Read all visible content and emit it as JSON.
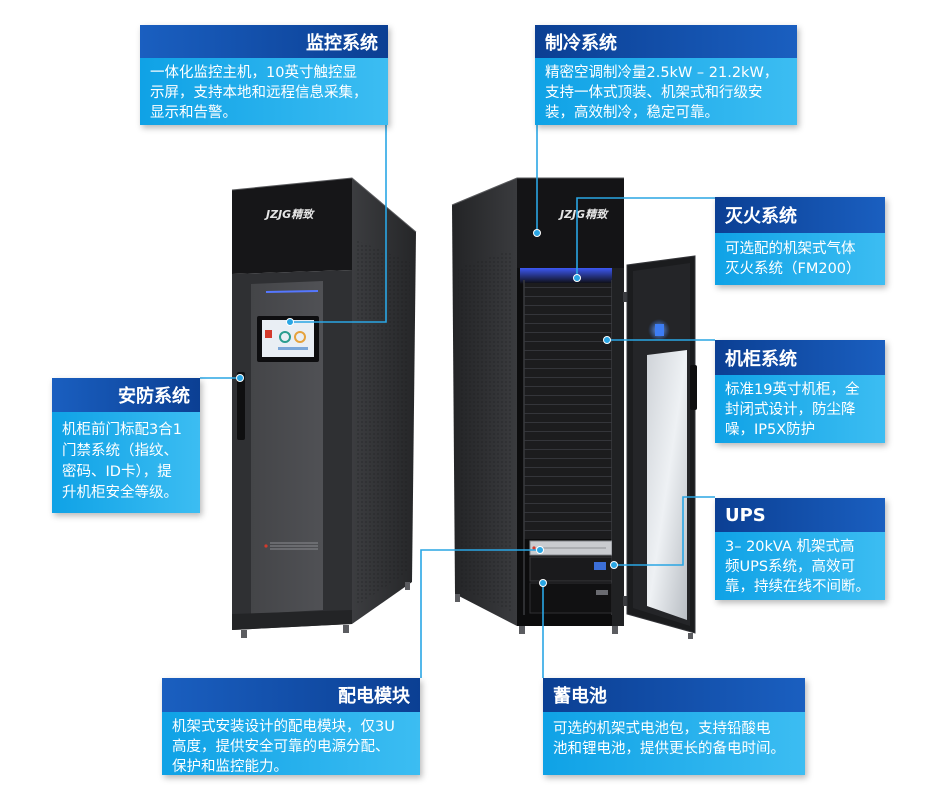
{
  "colors": {
    "header_dark": "#0b3f93",
    "header_light": "#1a5fc0",
    "body": "#0fa2e6",
    "body_light": "#3cbdf2",
    "connector": "#2aa6e4"
  },
  "logo": {
    "text": "JZJG精致"
  },
  "callouts": {
    "monitoring": {
      "title": "监控系统",
      "lines": [
        "一体化监控主机，10英寸触控显",
        "示屏，支持本地和远程信息采集，",
        "显示和告警。"
      ]
    },
    "cooling": {
      "title": "制冷系统",
      "lines": [
        "精密空调制冷量2.5kW – 21.2kW，",
        "支持一体式顶装、机架式和行级安",
        "装，高效制冷，稳定可靠。"
      ]
    },
    "fire": {
      "title": "灭火系统",
      "lines": [
        "可选配的机架式气体",
        "灭火系统（FM200）"
      ]
    },
    "cabinet": {
      "title": "机柜系统",
      "lines": [
        "标准19英寸机柜，全",
        "封闭式设计，防尘降",
        "噪，IP5X防护"
      ]
    },
    "ups": {
      "title": "UPS",
      "lines": [
        "3– 20kVA 机架式高",
        "频UPS系统，高效可",
        "靠，持续在线不间断。"
      ]
    },
    "security": {
      "title": "安防系统",
      "lines": [
        "机柜前门标配3合1",
        "门禁系统（指纹、",
        "密码、ID卡），提",
        "升机柜安全等级。"
      ]
    },
    "power": {
      "title": "配电模块",
      "lines": [
        "机架式安装设计的配电模块，仅3U",
        "高度，提供安全可靠的电源分配、",
        "保护和监控能力。"
      ]
    },
    "battery": {
      "title": "蓄电池",
      "lines": [
        "可选的机架式电池包，支持铅酸电",
        "池和锂电池，提供更长的备电时间。"
      ]
    }
  }
}
